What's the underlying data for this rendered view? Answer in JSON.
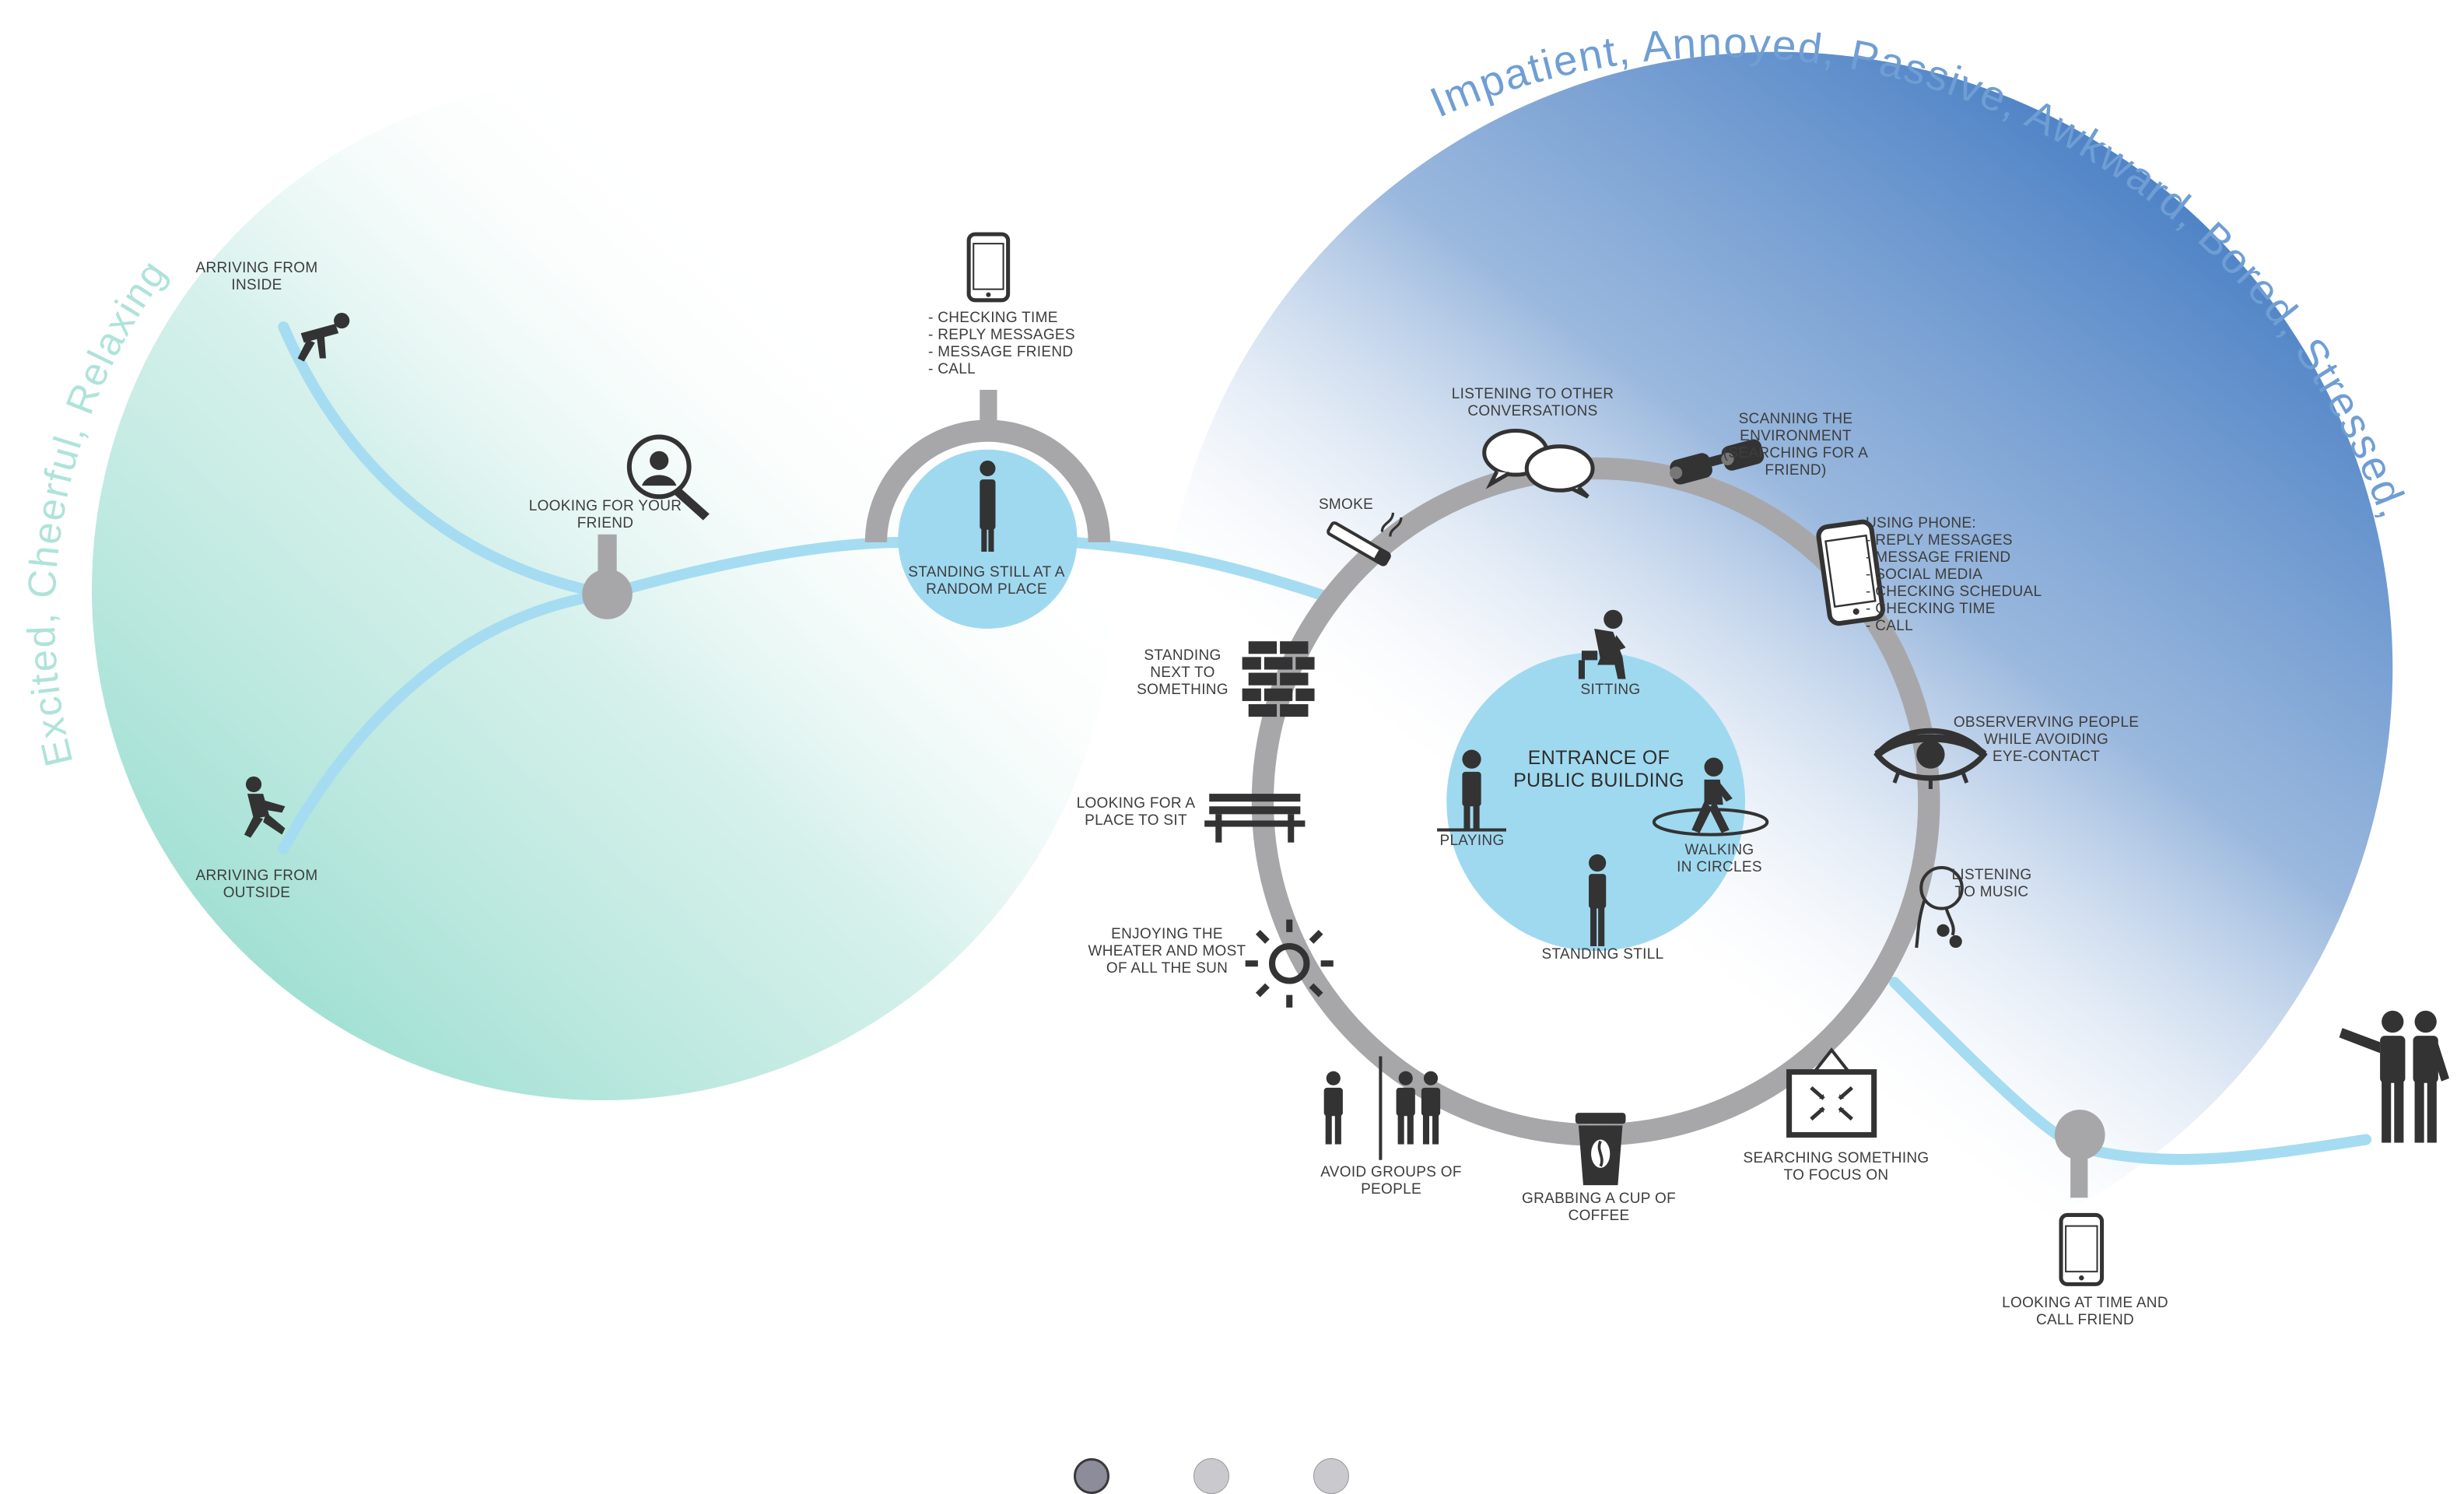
{
  "moods": {
    "left": "Excited, Cheerful, Relaxing",
    "right": "Impatient, Annoyed, Passive, Awkward, Bored, Stressed, Uncertain"
  },
  "center": {
    "title": "ENTRANCE OF\nPUBLIC BUILDING"
  },
  "colors": {
    "path": "#a5dcf2",
    "ring": "#a7a7aa",
    "node": "#a7a7aa",
    "center_fill": "#9fd9f0",
    "left_gradient": "#9edfd2",
    "right_gradient": "#3f78c1",
    "left_mood_text": "#aee3da",
    "right_mood_text": "#6f9ed4",
    "icon": "#333333"
  },
  "labels": {
    "arriving_inside": "ARRIVING FROM\nINSIDE",
    "arriving_outside": "ARRIVING FROM\nOUTSIDE",
    "looking_for_friend": "LOOKING FOR YOUR\nFRIEND",
    "phone_actions": "- CHECKING TIME\n- REPLY MESSAGES\n- MESSAGE FRIEND\n- CALL",
    "standing_random": "STANDING STILL AT A\nRANDOM PLACE",
    "listening_conversations": "LISTENING TO OTHER\nCONVERSATIONS",
    "scanning": "SCANNING THE\nENVIRONMENT\n(SEARCHING FOR A\nFRIEND)",
    "smoke": "SMOKE",
    "using_phone": "USING PHONE:\n - REPLY MESSAGES\n - MESSAGE FRIEND\n - SOCIAL MEDIA\n - CHECKING SCHEDUAL\n - CHECKING TIME\n - CALL",
    "standing_next": "STANDING\nNEXT TO\nSOMETHING",
    "observing": "OBSERVERVING PEOPLE\nWHILE AVOIDING\nEYE-CONTACT",
    "looking_sit": "LOOKING FOR A\nPLACE TO SIT",
    "listening_music": "LISTENING\nTO MUSIC",
    "enjoying_weather": "ENJOYING THE\nWHEATER AND MOST\nOF ALL THE SUN",
    "avoid_groups": "AVOID GROUPS OF\nPEOPLE",
    "coffee": "GRABBING A CUP OF\nCOFFEE",
    "focus": "SEARCHING SOMETHING\nTO FOCUS ON",
    "time_call": "LOOKING AT TIME AND\nCALL FRIEND",
    "sitting": "SITTING",
    "playing": "PLAYING",
    "walking_circles": "WALKING\nIN CIRCLES",
    "standing_still": "STANDING STILL"
  },
  "icons": {
    "arriving_inside": "falling-person-icon",
    "arriving_outside": "slipping-person-icon",
    "looking_for_friend": "magnifier-person-icon",
    "phone_top": "smartphone-icon",
    "standing_random": "standing-person-icon",
    "listening_conversations": "speech-bubbles-icon",
    "scanning": "binoculars-icon",
    "smoke": "cigarette-icon",
    "using_phone": "smartphone-icon",
    "standing_next": "brick-wall-icon",
    "observing": "eye-icon",
    "looking_sit": "bench-icon",
    "listening_music": "earphones-icon",
    "enjoying_weather": "sun-icon",
    "avoid_groups": "group-people-icon",
    "coffee": "coffee-cup-icon",
    "focus": "focus-frame-icon",
    "time_call": "smartphone-icon",
    "friends": "two-people-greeting-icon"
  },
  "pagination": {
    "count": 3,
    "active": 1,
    "active_color": "#8c8c9b",
    "inactive_color": "#c9c9ce"
  }
}
